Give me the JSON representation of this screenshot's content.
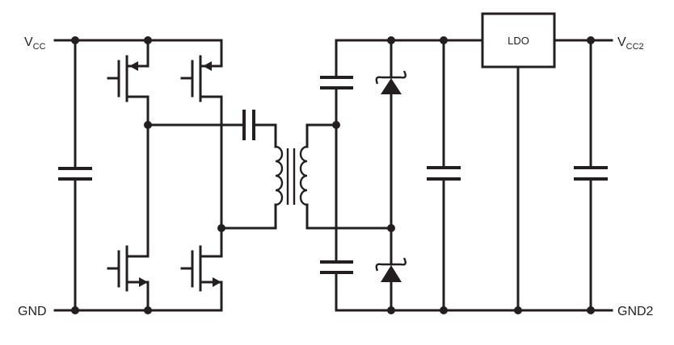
{
  "labels": {
    "vcc": {
      "main": "V",
      "sub": "CC"
    },
    "vcc2": {
      "main": "V",
      "sub": "CC2"
    },
    "gnd": "GND",
    "gnd2": "GND2",
    "ldo": "LDO"
  }
}
